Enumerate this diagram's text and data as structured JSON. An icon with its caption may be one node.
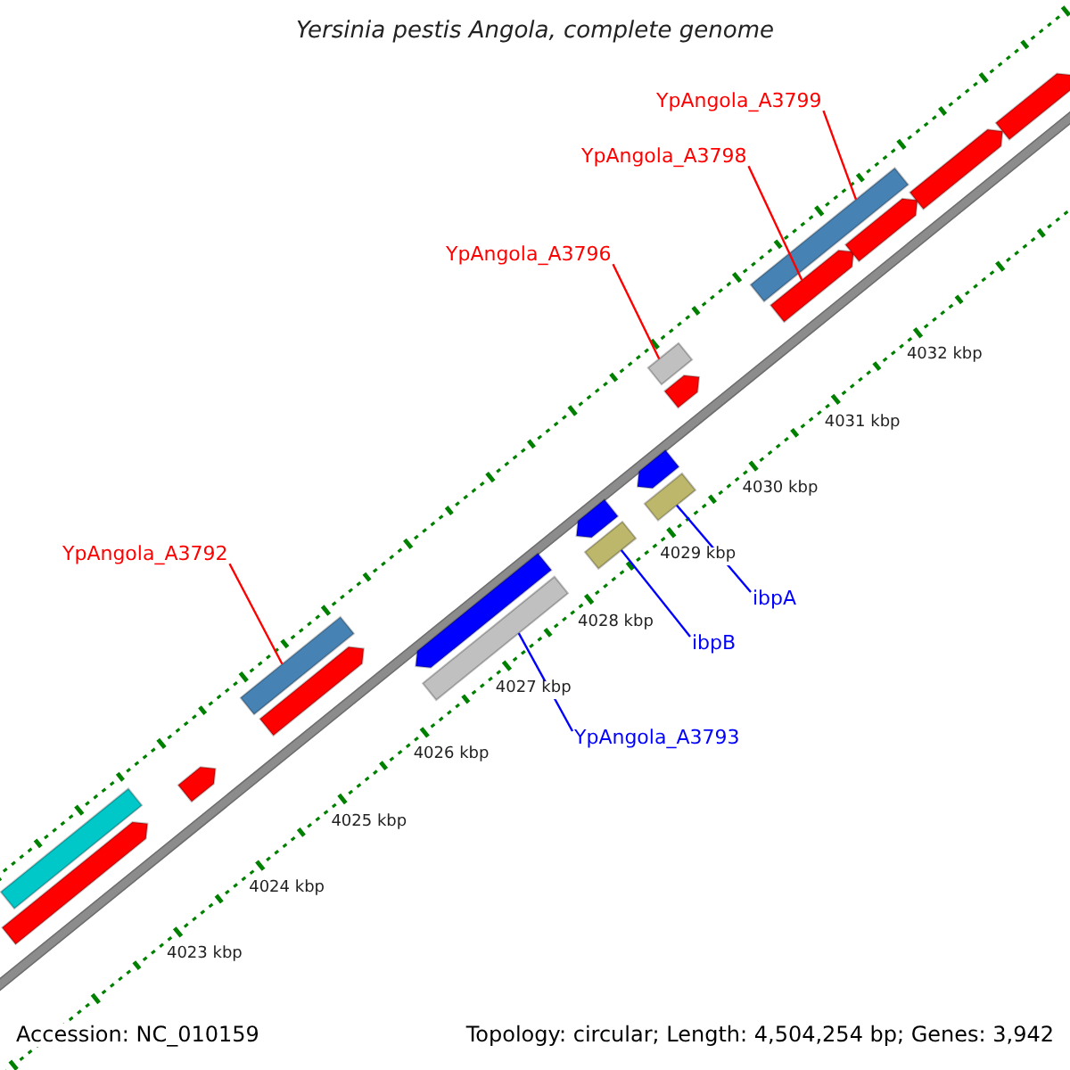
{
  "diagram": {
    "title": "Yersinia pestis Angola, complete genome",
    "nodes": [
      {
        "text": [
          "YpAngola_A3799"
        ]
      },
      {
        "text": [
          "YpAngola_A3798"
        ]
      },
      {
        "text": [
          "YpAngola_A3796"
        ]
      },
      {
        "text": [
          "YpAngola_A3792"
        ]
      },
      {
        "text": [
          "ibpA"
        ]
      },
      {
        "text": [
          "ibpB"
        ]
      },
      {
        "text": [
          "YpAngola_A3793"
        ]
      },
      {
        "text": [],
        "shape": "bar"
      },
      {
        "text": [],
        "shape": "arrow"
      },
      {
        "text": [],
        "shape": "arrow"
      },
      {
        "text": [],
        "shape": "bar"
      },
      {
        "text": [],
        "shape": "arrow"
      },
      {
        "text": [],
        "shape": "arrow"
      },
      {
        "text": [],
        "shape": "bar"
      },
      {
        "text": [],
        "shape": "arrow"
      },
      {
        "text": [],
        "shape": "bar"
      },
      {
        "text": [],
        "shape": "arrow"
      },
      {
        "text": [],
        "shape": "bar"
      },
      {
        "text": [],
        "shape": "bar"
      },
      {
        "text": [],
        "shape": "arrow"
      },
      {
        "text": [],
        "shape": "arrow"
      },
      {
        "text": [],
        "shape": "bar"
      },
      {
        "text": [],
        "shape": "arrow"
      },
      {
        "text": [],
        "shape": "arrow"
      },
      {
        "text": [],
        "shape": "arrow"
      }
    ],
    "edges": [
      {
        "from": 0,
        "to": 21,
        "arrow": "none"
      },
      {
        "from": 1,
        "to": 20,
        "arrow": "none"
      },
      {
        "from": 2,
        "to": 17,
        "arrow": "none"
      },
      {
        "from": 3,
        "to": 10,
        "arrow": "none"
      },
      {
        "from": 4,
        "to": 18,
        "arrow": "none",
        "color": "#0000ff"
      },
      {
        "from": 5,
        "to": 15,
        "arrow": "none",
        "color": "#0000ff"
      },
      {
        "from": 6,
        "to": 13,
        "arrow": "none",
        "color": "#0000ff"
      }
    ],
    "labels": [
      "4032 kbp",
      "4031 kbp",
      "4030 kbp",
      "4029 kbp",
      "4028 kbp",
      "4027 kbp",
      "4026 kbp",
      "4025 kbp",
      "4024 kbp",
      "4023 kbp",
      "Accession: NC_010159",
      "Topology: circular; Length: 4,504,254 bp; Genes: 3,942"
    ]
  }
}
